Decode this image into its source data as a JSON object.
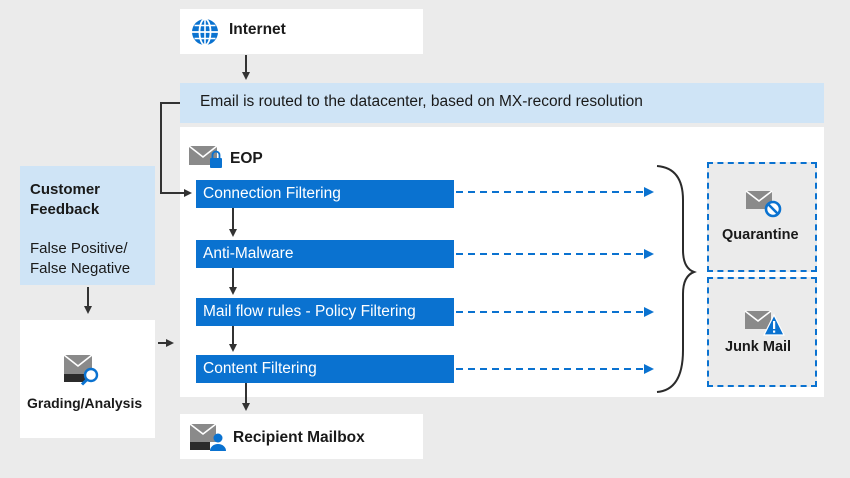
{
  "internet": {
    "label": "Internet",
    "icon": "globe-icon"
  },
  "routing_banner": {
    "text": "Email is routed to the datacenter, based on MX-record resolution"
  },
  "eop": {
    "label": "EOP",
    "icon": "locked-mail-icon"
  },
  "filters": [
    {
      "label": "Connection Filtering"
    },
    {
      "label": "Anti-Malware"
    },
    {
      "label": "Mail flow rules - Policy Filtering"
    },
    {
      "label": "Content Filtering"
    }
  ],
  "customer_feedback": {
    "title_line1": "Customer",
    "title_line2": "Feedback",
    "body_line1": "False Positive/",
    "body_line2": "False Negative"
  },
  "grading": {
    "label": "Grading/Analysis",
    "icon": "mail-search-icon"
  },
  "quarantine": {
    "label": "Quarantine",
    "icon": "mail-blocked-icon"
  },
  "junk_mail": {
    "label": "Junk Mail",
    "icon": "mail-warning-icon"
  },
  "recipient": {
    "label": "Recipient Mailbox",
    "icon": "mail-user-icon"
  },
  "colors": {
    "accent_blue": "#0a72d0",
    "light_blue": "#cfe4f6",
    "background": "#ebebeb",
    "arrow": "#333333"
  }
}
